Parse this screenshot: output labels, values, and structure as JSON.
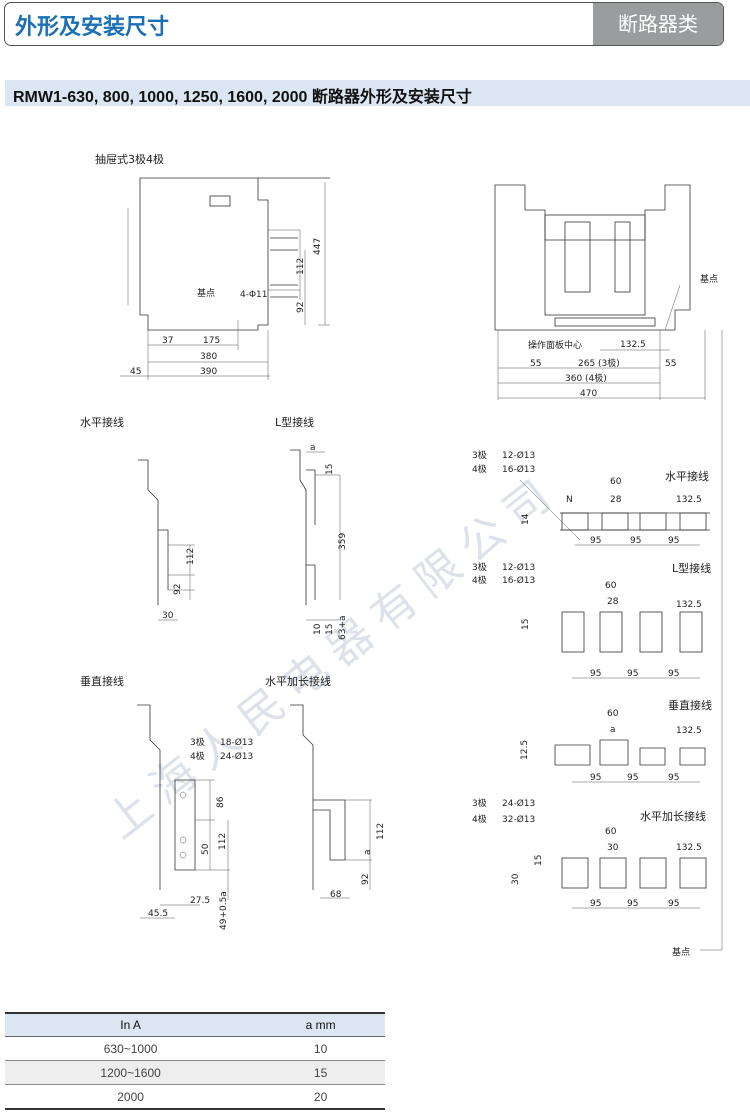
{
  "header": {
    "title": "外形及安装尺寸",
    "category": "断路器类"
  },
  "section_title": "RMW1-630, 800, 1000, 1250, 1600, 2000 断路器外形及安装尺寸",
  "watermark": "上海人民电器有限公司",
  "drawings": {
    "withdrawable": {
      "title": "抽屉式3极4极",
      "ref": "基点",
      "holes": "4-Φ11",
      "d447": "447",
      "d112": "112",
      "d92": "92",
      "d37": "37",
      "d175": "175",
      "d380": "380",
      "d45": "45",
      "d390": "390"
    },
    "side": {
      "ref": "基点",
      "panel_center": "操作面板中心",
      "d1325": "132.5",
      "d55a": "55",
      "d265": "265 (3极)",
      "d55b": "55",
      "d360": "360  (4极)",
      "d470": "470"
    },
    "horizontal": {
      "title": "水平接线",
      "d112": "112",
      "d92": "92",
      "d30": "30"
    },
    "ltype": {
      "title": "L型接线",
      "a": "a",
      "d15": "15",
      "d359": "359",
      "d10": "10",
      "d15b": "15",
      "d63a": "63+a"
    },
    "vertical": {
      "title": "垂直接线",
      "p3": "3极",
      "p4": "4极",
      "h3": "18-Ø13",
      "h4": "24-Ø13",
      "d86": "86",
      "d50": "50",
      "d112": "112",
      "d275": "27.5",
      "d455": "45.5",
      "d49": "49+0.5a"
    },
    "horizontal_ext": {
      "title": "水平加长接线",
      "d112": "112",
      "a": "a",
      "d92": "92",
      "d68": "68"
    },
    "right": {
      "h": {
        "title": "水平接线",
        "p3": "3极",
        "h3": "12-Ø13",
        "p4": "4极",
        "h4": "16-Ø13",
        "n": "N",
        "d60": "60",
        "d28": "28",
        "d1325": "132.5",
        "d14": "14",
        "d95a": "95",
        "d95b": "95",
        "d95c": "95"
      },
      "l": {
        "title": "L型接线",
        "p3": "3极",
        "h3": "12-Ø13",
        "p4": "4极",
        "h4": "16-Ø13",
        "d60": "60",
        "d28": "28",
        "d1325": "132.5",
        "d15": "15",
        "d95a": "95",
        "d95b": "95",
        "d95c": "95"
      },
      "v": {
        "title": "垂直接线",
        "d60": "60",
        "a": "a",
        "d1325": "132.5",
        "d125": "12.5",
        "d95a": "95",
        "d95b": "95",
        "d95c": "95"
      },
      "he": {
        "title": "水平加长接线",
        "p3": "3极",
        "h3": "24-Ø13",
        "p4": "4极",
        "h4": "32-Ø13",
        "d60": "60",
        "d30": "30",
        "d1325": "132.5",
        "d15": "15",
        "d30b": "30",
        "d95a": "95",
        "d95b": "95",
        "d95c": "95"
      },
      "ref": "基点"
    }
  },
  "table": {
    "headers": [
      "In A",
      "a mm"
    ],
    "rows": [
      [
        "630~1000",
        "10"
      ],
      [
        "1200~1600",
        "15"
      ],
      [
        "2000",
        "20"
      ]
    ]
  }
}
